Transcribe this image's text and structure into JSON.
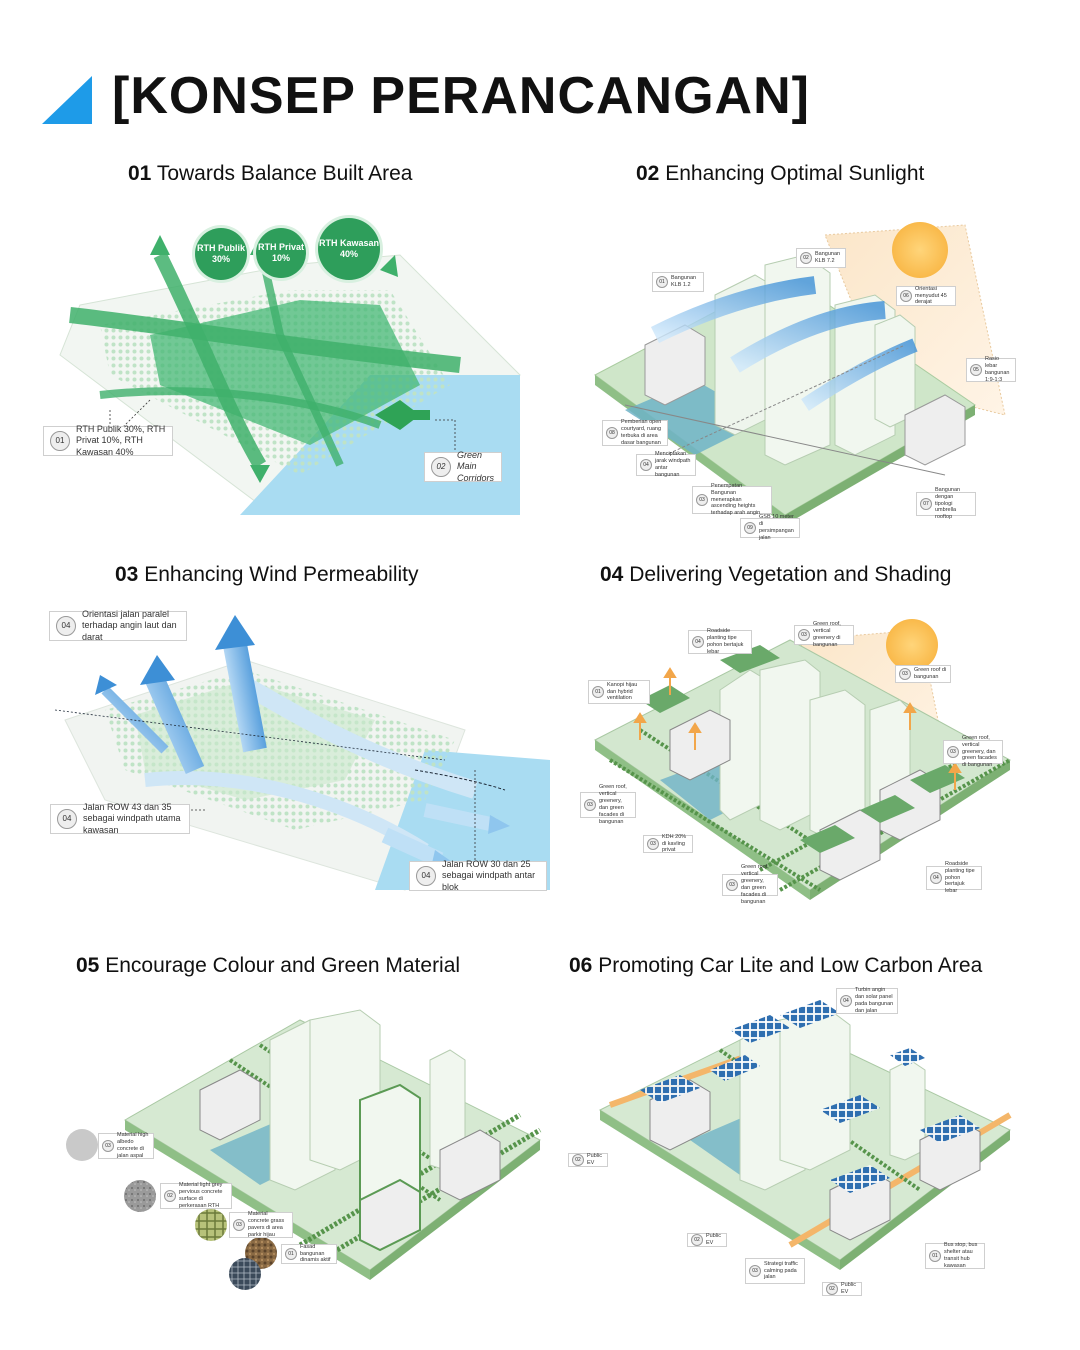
{
  "header": {
    "title": "[KONSEP PERANCANGAN]",
    "accent": "#1e9be8"
  },
  "sections": [
    {
      "num": "01",
      "title": "Towards Balance Built Area"
    },
    {
      "num": "02",
      "title": "Enhancing Optimal Sunlight"
    },
    {
      "num": "03",
      "title": "Enhancing Wind Permeability"
    },
    {
      "num": "04",
      "title": "Delivering Vegetation and Shading"
    },
    {
      "num": "05",
      "title": "Encourage Colour and Green Material"
    },
    {
      "num": "06",
      "title": "Promoting Car Lite and Low Carbon Area"
    }
  ],
  "p1": {
    "bubbles": [
      "RTH Publik 30%",
      "RTH Privat 10%",
      "RTH Kawasan 40%"
    ],
    "labels": [
      {
        "num": "01",
        "text": "RTH Publik 30%, RTH Privat 10%, RTH Kawasan 40%"
      },
      {
        "num": "02",
        "text": "Green Main Corridors"
      }
    ]
  },
  "p2": {
    "labels": [
      {
        "num": "01",
        "text": "Bangunan KLB 1.2"
      },
      {
        "num": "02",
        "text": "Bangunan KLB 7.2"
      },
      {
        "num": "06",
        "text": "Orientasi menyudut 45 derajat"
      },
      {
        "num": "05",
        "text": "Rasio lebar bangunan 1:9-1:3"
      },
      {
        "num": "08",
        "text": "Pemberian open courtyard, ruang terbuka di area dasar bangunan"
      },
      {
        "num": "04",
        "text": "Menciptakan jarak windpath antar bangunan"
      },
      {
        "num": "03",
        "text": "Penempatan Bangunan menerapkan ascending heights terhadap arah angin"
      },
      {
        "num": "07",
        "text": "Bangunan dengan tipologi umbrella rooftop"
      },
      {
        "num": "09",
        "text": "GSB 10 meter di persimpangan jalan"
      }
    ]
  },
  "p3": {
    "labels": [
      {
        "num": "04",
        "text": "Orientasi jalan paralel terhadap angin laut dan darat"
      },
      {
        "num": "04",
        "text": "Jalan ROW 43 dan 35 sebagai windpath utama kawasan"
      },
      {
        "num": "04",
        "text": "Jalan ROW 30 dan 25 sebagai windpath antar blok"
      }
    ]
  },
  "p4": {
    "labels": [
      {
        "num": "04",
        "text": "Roadside planting tipe pohon bertajuk lebar"
      },
      {
        "num": "03",
        "text": "Green roof, vertical greenery di bangunan"
      },
      {
        "num": "01",
        "text": "Kanopi hijau dan hybrid ventilation"
      },
      {
        "num": "03",
        "text": "Green roof di bangunan"
      },
      {
        "num": "03",
        "text": "Green roof, vertical greenery, dan green facades di bangunan"
      },
      {
        "num": "03",
        "text": "Green roof, vertical greenery, dan green facades di bangunan"
      },
      {
        "num": "03",
        "text": "KDH 20% di kavling privat"
      },
      {
        "num": "04",
        "text": "Roadside planting tipe pohon bertajuk lebar"
      },
      {
        "num": "03",
        "text": "Green roof, vertical greenery, dan green facades di bangunan"
      }
    ]
  },
  "p5": {
    "labels": [
      {
        "num": "03",
        "text": "Material high albedo concrete di jalan aspal"
      },
      {
        "num": "02",
        "text": "Material light grey pervious concrete surface di perkerasan RTH"
      },
      {
        "num": "03",
        "text": "Material concrete grass pavers di area parkir hijau"
      },
      {
        "num": "01",
        "text": "Fasad bangunan dinamis aktif"
      }
    ]
  },
  "p6": {
    "labels": [
      {
        "num": "04",
        "text": "Turbin angin dan solar panel pada bangunan dan jalan"
      },
      {
        "num": "02",
        "text": "Public EV"
      },
      {
        "num": "02",
        "text": "Public EV"
      },
      {
        "num": "03",
        "text": "Strategi traffic calming pada jalan"
      },
      {
        "num": "01",
        "text": "Bus stop, bus shelter atau transit hub kawasan"
      },
      {
        "num": "02",
        "text": "Public EV"
      }
    ]
  }
}
